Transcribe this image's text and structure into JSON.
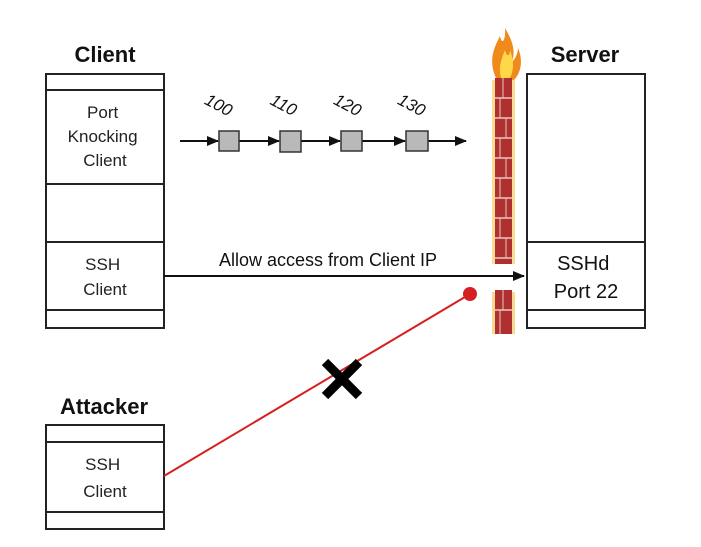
{
  "client": {
    "title": "Client",
    "knock_label": [
      "Port",
      "Knocking",
      "Client"
    ],
    "ssh_label": [
      "SSH",
      "Client"
    ]
  },
  "server": {
    "title": "Server",
    "sshd_label": [
      "SSHd",
      "Port 22"
    ]
  },
  "attacker": {
    "title": "Attacker",
    "ssh_label": [
      "SSH",
      "Client"
    ]
  },
  "knock_ports": [
    "100",
    "110",
    "120",
    "130"
  ],
  "access_message": "Allow access from Client IP",
  "colors": {
    "attack_line": "#d42020",
    "firewall_brick": "#b03030",
    "flame_outer": "#f08a1c",
    "flame_inner": "#ffd84a",
    "packet_fill": "#b9b9b9",
    "block_mark": "#000000"
  },
  "icons": {
    "firewall": "brick-wall-icon",
    "flame": "flame-icon",
    "block": "x-mark-icon"
  }
}
